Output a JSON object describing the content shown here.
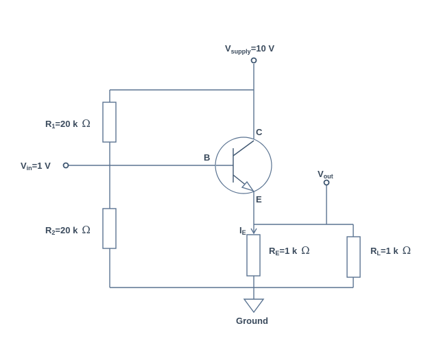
{
  "labels": {
    "vsupply_main": "V",
    "vsupply_sub": "supply",
    "vsupply_val": "=10 V",
    "r1_main": "R",
    "r1_sub": "1",
    "r1_val": "=20 k",
    "r2_main": "R",
    "r2_sub": "2",
    "r2_val": "=20 k",
    "vin_main": "V",
    "vin_sub": "in",
    "vin_val": "=1 V",
    "re_main": "R",
    "re_sub": "E",
    "re_val": "=1 k",
    "rl_main": "R",
    "rl_sub": "L",
    "rl_val": "=1 k",
    "vout_main": "V",
    "vout_sub": "out",
    "ie_main": "I",
    "ie_sub": "E",
    "base": "B",
    "collector": "C",
    "emitter": "E",
    "ground": "Ground",
    "ohm": "Ω"
  }
}
